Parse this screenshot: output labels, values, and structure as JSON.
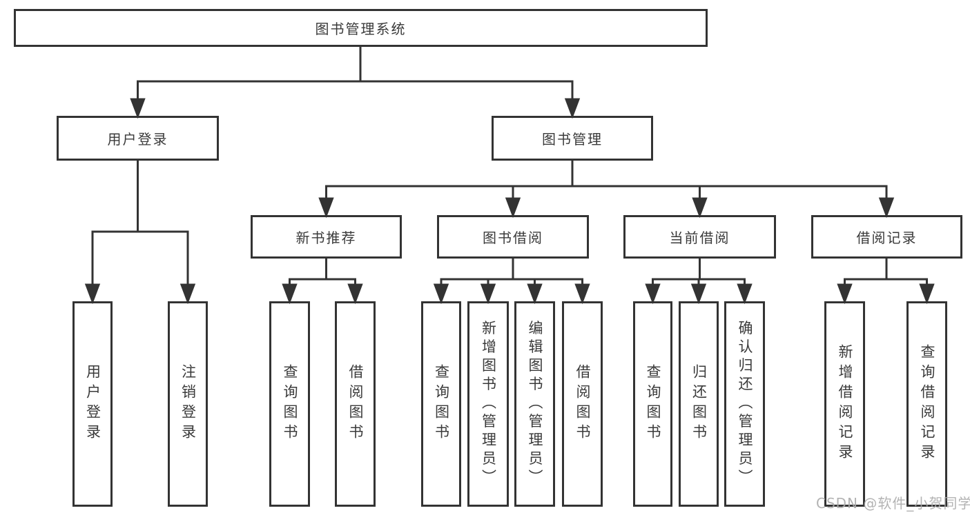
{
  "colors": {
    "line": "#333333",
    "text": "#3a3a3a",
    "box_bg": "#ffffff",
    "watermark": "#ababab"
  },
  "watermark": {
    "text": "CSDN @软件_小贺同学"
  },
  "tree": {
    "label": "图书管理系统",
    "children": [
      {
        "label": "用户登录",
        "children": [
          {
            "label": "用户登录"
          },
          {
            "label": "注销登录"
          }
        ]
      },
      {
        "label": "图书管理",
        "children": [
          {
            "label": "新书推荐",
            "children": [
              {
                "label": "查询图书"
              },
              {
                "label": "借阅图书"
              }
            ]
          },
          {
            "label": "图书借阅",
            "children": [
              {
                "label": "查询图书"
              },
              {
                "label": "新增图书（管理员）"
              },
              {
                "label": "编辑图书（管理员）"
              },
              {
                "label": "借阅图书"
              }
            ]
          },
          {
            "label": "当前借阅",
            "children": [
              {
                "label": "查询图书"
              },
              {
                "label": "归还图书"
              },
              {
                "label": "确认归还（管理员）"
              }
            ]
          },
          {
            "label": "借阅记录",
            "children": [
              {
                "label": "新增借阅记录"
              },
              {
                "label": "查询借阅记录"
              }
            ]
          }
        ]
      }
    ]
  }
}
